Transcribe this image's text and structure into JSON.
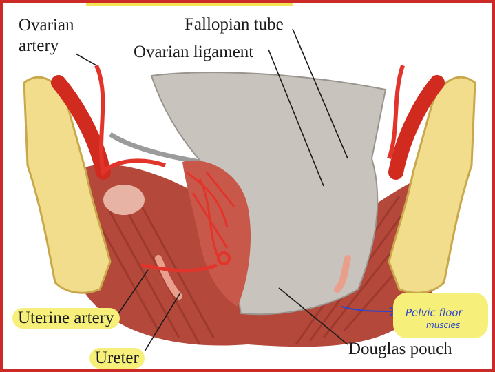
{
  "labels": {
    "ovarian_artery": "Ovarian\nartery",
    "fallopian_tube": "Fallopian tube",
    "ovarian_ligament": "Ovarian ligament",
    "uterine_artery": "Uterine artery",
    "ureter": "Ureter",
    "douglas_pouch": "Douglas pouch"
  },
  "handwritten": {
    "line1": "Pelvic floor",
    "line2": "muscles"
  },
  "colors": {
    "frame": "#cc2a26",
    "highlight": "#f6f07a",
    "ink": "#2d46c8"
  }
}
